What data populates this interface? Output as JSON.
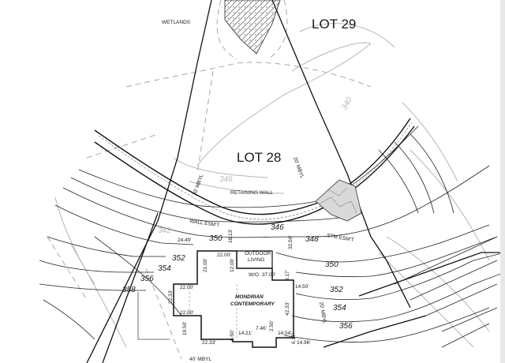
{
  "lots": {
    "lot_29": "LOT 29",
    "lot_28": "LOT 28"
  },
  "labels": {
    "wetlands": "WETLANDS",
    "retaining_wall": "RETAINING WALL",
    "wall_esmt": "WALL ESM'T",
    "stm_esmt": "STM ESM'T",
    "outdoor_living_1": "OUTDOOR",
    "outdoor_living_2": "LIVING",
    "house_1": "MONDRIAN",
    "house_2": "CONTEMPORARY",
    "wo": "W/O",
    "setback_20_mbyl_a": "20' MBYL",
    "setback_20_mbyl_b": "20' MBYL",
    "setback_20_mbyl_c": "20' MBYL",
    "setback_40_mbyl": "40' MBYL"
  },
  "elevations": {
    "e346_grey": "346",
    "e346": "346",
    "e348": "348",
    "e350_a": "350",
    "e350_b": "350",
    "e352_a": "352",
    "e352_b": "352",
    "e354_a": "354",
    "e354_b": "354",
    "e356_a": "356",
    "e356_b": "356",
    "e358": "358",
    "e340": "340",
    "e342": "342"
  },
  "dimensions": {
    "d24_49": "24.49'",
    "d18_13": "18.13'",
    "d32_56": "32.56'",
    "d22_00_a": "22.00'",
    "d12_00": "12.00'",
    "d21_00": "21.00'",
    "d37_00": "37.00'",
    "d8_17": "8.17'",
    "d14_50": "14.50'",
    "d22_00_b": "22.00'",
    "d22_33_a": "22.33'",
    "d22_00_c": "22.00'",
    "d42_33": "42.33'",
    "d19_50": "19.50'",
    "d22_33_b": "22.33'",
    "d6_50": "6.50'",
    "d7_46": "7.46'",
    "d2_50": "2.50'",
    "d14_21": "14.21'",
    "d14_54": "14.54'",
    "d6_17": "6.17'",
    "d14_96": "14.96'"
  },
  "colors": {
    "ink": "#1a1a1a",
    "grey_contour": "#b5b5b5",
    "wall_fill": "#d9d9d9"
  }
}
